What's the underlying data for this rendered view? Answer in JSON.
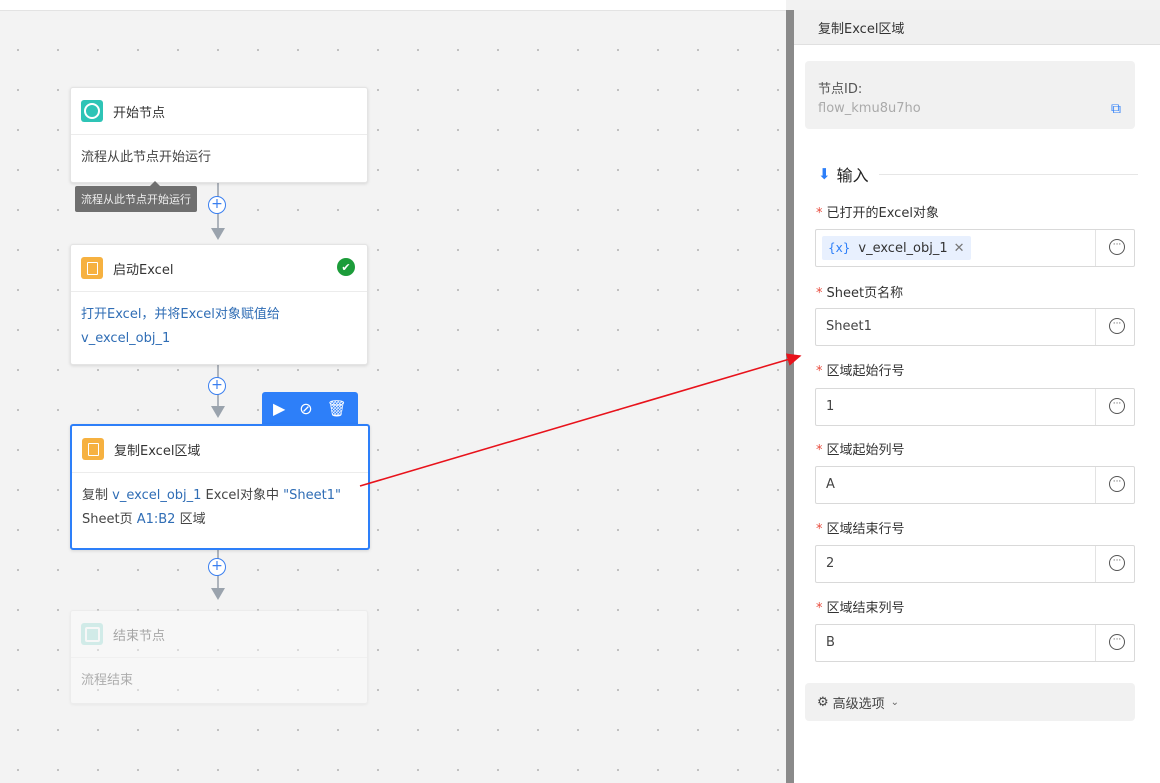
{
  "canvas": {
    "nodes": {
      "start": {
        "title": "开始节点",
        "desc": "流程从此节点开始运行"
      },
      "launch_excel": {
        "title": "启动Excel",
        "desc_1": "打开Excel，并将Excel对象赋值给",
        "desc_var": "v_excel_obj_1"
      },
      "copy_range": {
        "title": "复制Excel区域",
        "desc_prefix": "复制 ",
        "desc_var": "v_excel_obj_1",
        "desc_mid": " Excel对象中 ",
        "desc_sheet": "\"Sheet1\"",
        "desc_line2_prefix": "Sheet页 ",
        "desc_range": "A1:B2",
        "desc_suffix": " 区域"
      },
      "end": {
        "title": "结束节点",
        "desc": "流程结束"
      }
    },
    "tooltip": "流程从此节点开始运行",
    "toolbar": {
      "run": "▶",
      "disable": "⊘",
      "delete": "🗑"
    }
  },
  "panel": {
    "title": "复制Excel区域",
    "node_id_label": "节点ID:",
    "node_id_value": "flow_kmu8u7ho",
    "section_input": "输入",
    "fields": [
      {
        "label": "已打开的Excel对象",
        "var_icon": "{x}",
        "value": "v_excel_obj_1"
      },
      {
        "label": "Sheet页名称",
        "value": "Sheet1"
      },
      {
        "label": "区域起始行号",
        "value": "1"
      },
      {
        "label": "区域起始列号",
        "value": "A"
      },
      {
        "label": "区域结束行号",
        "value": "2"
      },
      {
        "label": "区域结束列号",
        "value": "B"
      }
    ],
    "advanced": "高级选项"
  },
  "colors": {
    "accent": "#2d7ff9",
    "required": "#e84a3c",
    "success": "#1c9c3a",
    "annotation": "#e8121b"
  }
}
